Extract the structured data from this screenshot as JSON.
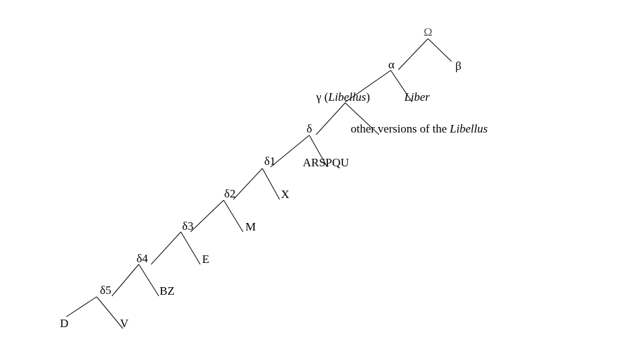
{
  "stemma": {
    "nodes": {
      "omega": "Ω",
      "alpha": "α",
      "beta": "β",
      "gamma_prefix": "γ (",
      "gamma_italic": "Libellus",
      "gamma_suffix": ")",
      "liber": "Liber",
      "delta": "δ",
      "other_prefix": "other versions of the ",
      "other_italic": "Libellus",
      "delta1": "δ1",
      "arspqu": "ARSPQU",
      "delta2": "δ2",
      "x": "X",
      "delta3": "δ3",
      "m": "M",
      "delta4": "δ4",
      "e": "E",
      "delta5": "δ5",
      "bz": "BZ",
      "d": "D",
      "v": "V"
    },
    "edges": [
      [
        "omega",
        "alpha"
      ],
      [
        "omega",
        "beta"
      ],
      [
        "alpha",
        "gamma"
      ],
      [
        "alpha",
        "liber"
      ],
      [
        "gamma",
        "delta"
      ],
      [
        "gamma",
        "other"
      ],
      [
        "delta",
        "delta1"
      ],
      [
        "delta",
        "arspqu"
      ],
      [
        "delta1",
        "delta2"
      ],
      [
        "delta1",
        "x"
      ],
      [
        "delta2",
        "delta3"
      ],
      [
        "delta2",
        "m"
      ],
      [
        "delta3",
        "delta4"
      ],
      [
        "delta3",
        "e"
      ],
      [
        "delta4",
        "delta5"
      ],
      [
        "delta4",
        "bz"
      ],
      [
        "delta5",
        "d"
      ],
      [
        "delta5",
        "v"
      ]
    ]
  }
}
